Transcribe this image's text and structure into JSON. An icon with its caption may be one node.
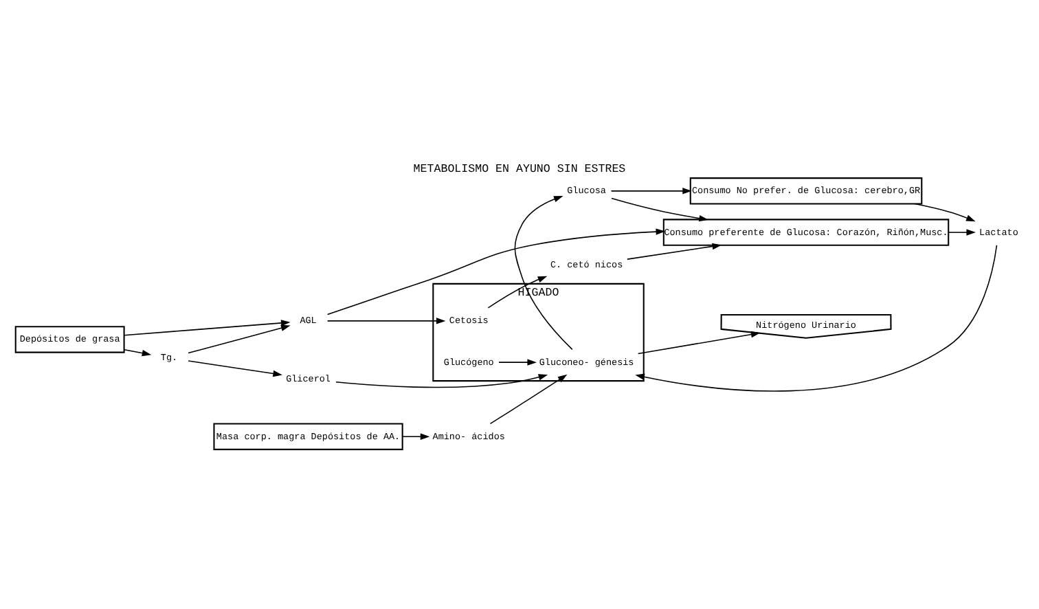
{
  "diagram": {
    "title": "METABOLISMO EN AYUNO SIN ESTRES",
    "nodes": [
      {
        "text": [
          "Depósitos de grasa"
        ]
      },
      {
        "text": [
          "AGL"
        ]
      },
      {
        "text": [
          "Tg."
        ]
      },
      {
        "text": [
          "Glicerol"
        ]
      },
      {
        "text": [
          "HIGADO"
        ]
      },
      {
        "text": [
          "Cetosis"
        ],
        "in": 4
      },
      {
        "text": [
          "Glucógeno"
        ],
        "in": 4
      },
      {
        "text": [
          "Gluconeo- génesis"
        ],
        "in": 4
      },
      {
        "text": [
          "C. cetó nicos"
        ]
      },
      {
        "text": [
          "Consumo preferente de Glucosa: Corazón, Riñón,Musc."
        ]
      },
      {
        "text": [
          "Lactato"
        ]
      },
      {
        "text": [
          "Glucosa"
        ]
      },
      {
        "text": [
          "Masa corp. magra Depósitos de AA."
        ]
      },
      {
        "text": [
          "Amino- ácidos"
        ]
      },
      {
        "text": [
          "Nitrógeno Urinario"
        ]
      },
      {
        "text": [
          "Consumo No prefer. de Glucosa: cerebro,GR"
        ]
      }
    ],
    "edges": [
      {
        "from": 0,
        "to": 1,
        "arrow": "to"
      },
      {
        "from": 0,
        "to": 2,
        "arrow": "to"
      },
      {
        "from": 2,
        "to": 1,
        "arrow": "to"
      },
      {
        "from": 2,
        "to": 3,
        "arrow": "to"
      },
      {
        "from": 1,
        "to": 9,
        "arrow": "to"
      },
      {
        "from": 1,
        "to": 5,
        "arrow": "to"
      },
      {
        "from": 3,
        "to": 7,
        "arrow": "to"
      },
      {
        "from": 5,
        "to": 8,
        "arrow": "to"
      },
      {
        "from": 8,
        "to": 9,
        "arrow": "to"
      },
      {
        "from": 6,
        "to": 7,
        "arrow": "to"
      },
      {
        "from": 10,
        "to": 7,
        "arrow": "to"
      },
      {
        "from": 7,
        "to": 11,
        "arrow": "to"
      },
      {
        "from": 9,
        "to": 10,
        "arrow": "to"
      },
      {
        "from": 11,
        "to": 9,
        "arrow": "to"
      },
      {
        "from": 15,
        "to": 10,
        "arrow": "to"
      },
      {
        "from": 11,
        "to": 15,
        "arrow": "to"
      },
      {
        "from": 12,
        "to": 13,
        "arrow": "to"
      },
      {
        "from": 13,
        "to": 7,
        "arrow": "to"
      },
      {
        "from": 7,
        "to": 14,
        "arrow": "to"
      }
    ]
  }
}
